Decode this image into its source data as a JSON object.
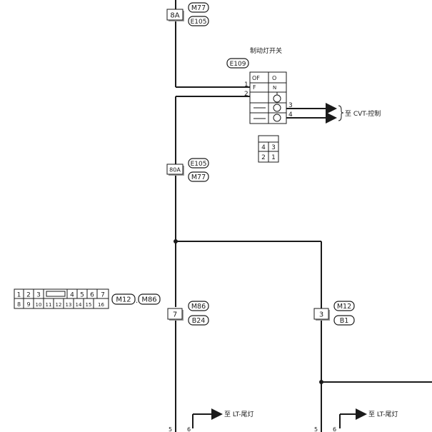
{
  "connectors": {
    "top": {
      "pin": "8A",
      "code_a": "M77",
      "code_b": "E105"
    },
    "mid": {
      "pin": "80A",
      "code_a": "E105",
      "code_b": "M77"
    },
    "left": {
      "pin": "7",
      "code_a": "M86",
      "code_b": "B24"
    },
    "right": {
      "pin": "3",
      "code_a": "M12",
      "code_b": "B1"
    }
  },
  "switch": {
    "title": "制动灯开关",
    "code": "E109",
    "header": [
      "OF",
      "O"
    ],
    "row_f": [
      "F",
      "N"
    ],
    "pins_left": [
      "1",
      "2"
    ],
    "pins_right": [
      "3",
      "4"
    ],
    "arrow_label": "至 CVT-控制"
  },
  "small_connector": {
    "cells": [
      "4",
      "3",
      "2",
      "1"
    ]
  },
  "big_connector": {
    "row1": [
      "1",
      "2",
      "3",
      "",
      "4",
      "5",
      "6",
      "7"
    ],
    "row2": [
      "8",
      "9",
      "10",
      "11",
      "12",
      "13",
      "14",
      "15",
      "16"
    ],
    "code_a": "M12",
    "separator": ".",
    "code_b": "M86"
  },
  "bottom": {
    "left_label": "至 LT-尾灯",
    "right_label": "至 LT-尾灯",
    "pins": [
      "5",
      "6",
      "5",
      "6"
    ]
  }
}
